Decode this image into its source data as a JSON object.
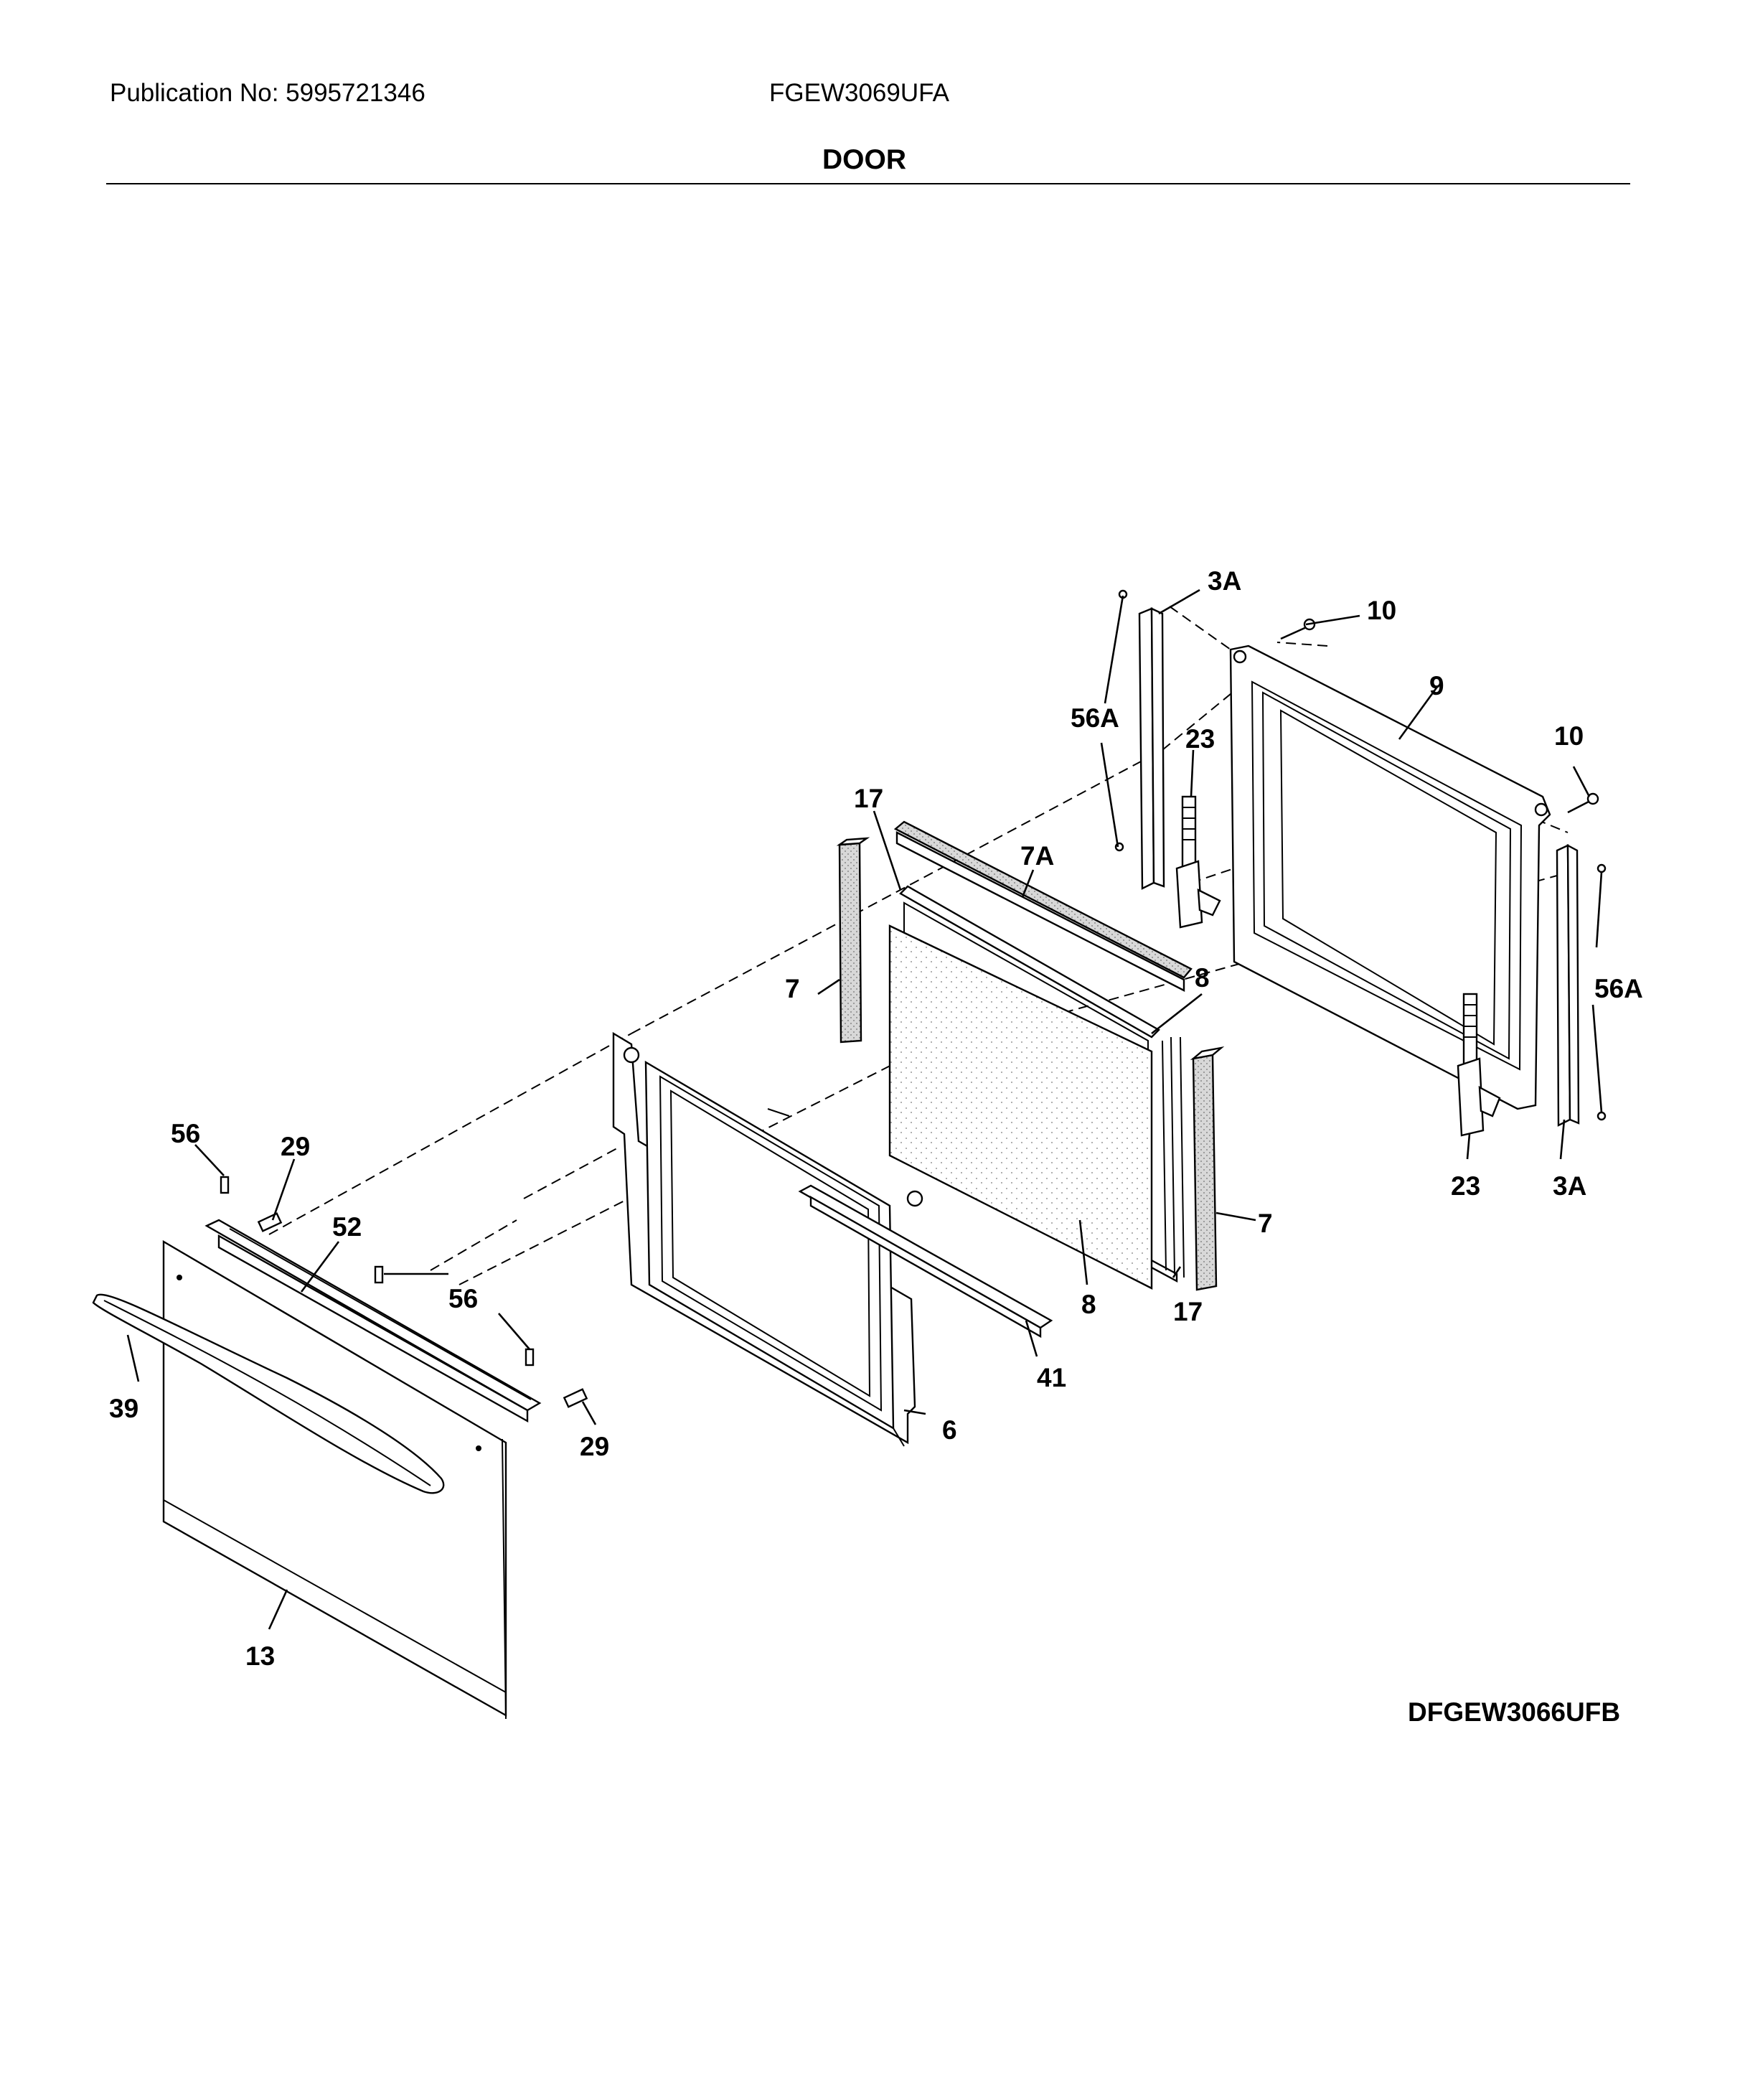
{
  "header": {
    "publication": "Publication No: 5995721346",
    "model": "FGEW3069UFA",
    "section_title": "DOOR"
  },
  "diagram": {
    "code": "DFGEW3066UFB",
    "labels": {
      "3A_top": "3A",
      "10_top": "10",
      "9": "9",
      "56A_top": "56A",
      "23_top": "23",
      "10_right": "10",
      "17_top": "17",
      "7A": "7A",
      "8_top": "8",
      "7_left": "7",
      "56A_right": "56A",
      "56_left": "56",
      "29_top": "29",
      "23_bottom": "23",
      "3A_bottom": "3A",
      "52": "52",
      "7_right": "7",
      "56_mid": "56",
      "8_bottom": "8",
      "17_bottom": "17",
      "39": "39",
      "41": "41",
      "29_bottom": "29",
      "6": "6",
      "13": "13"
    }
  }
}
